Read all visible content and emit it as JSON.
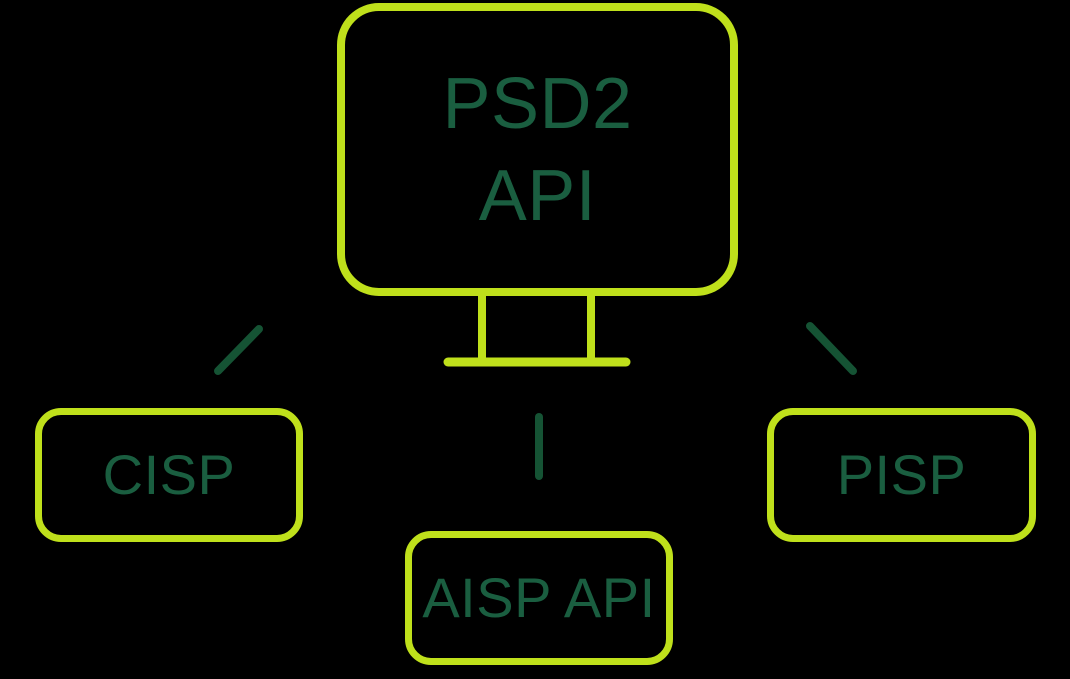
{
  "diagram": {
    "description": "PSD2 API monitor connected to CISP, AISP API and PISP nodes",
    "colors": {
      "background": "#000000",
      "accent": "#bfe01b",
      "node_text": "#1a5e40",
      "connector": "#155334"
    },
    "nodes": {
      "psd2": {
        "line1": "PSD2",
        "line2": "API"
      },
      "cisp": {
        "label": "CISP"
      },
      "aisp": {
        "label": "AISP API"
      },
      "pisp": {
        "label": "PISP"
      }
    },
    "edges": [
      {
        "from": "psd2",
        "to": "cisp"
      },
      {
        "from": "psd2",
        "to": "aisp"
      },
      {
        "from": "psd2",
        "to": "pisp"
      }
    ]
  }
}
